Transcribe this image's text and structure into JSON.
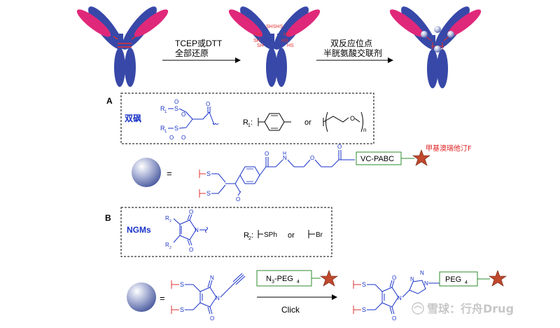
{
  "step1": {
    "line1": "TCEP或DTT",
    "line2": "全部还原"
  },
  "step2": {
    "line1": "双反应位点",
    "line2": "半胱氨酸交联剂"
  },
  "panel_a": {
    "letter": "A",
    "title": "双砜",
    "r1_label": "R",
    "r1_sub": "1",
    "r1_colon": ":",
    "or": "or",
    "o_atom": "O",
    "n_sub": "n",
    "s_atom": "S",
    "o_label": "O"
  },
  "linker": {
    "equals": "=",
    "s_atom": "S",
    "o_atom": "O",
    "n_h": "N",
    "h_atom": "H",
    "vc_pabc": "VC-PABC",
    "payload": "甲基澳瑞他汀F"
  },
  "panel_b": {
    "letter": "B",
    "title": "NGMs",
    "r2_label": "R",
    "r2_sub": "2",
    "r2_colon": ":",
    "sph": "SPh",
    "or": "or",
    "br": "Br",
    "n_atom": "N",
    "o_atom": "O"
  },
  "bottom": {
    "equals": "=",
    "peg_reagent_n": "N",
    "peg_reagent_sub3": "3",
    "peg_reagent_dash": "-PEG",
    "peg_reagent_sub4": "4",
    "click": "Click",
    "product_peg": "PEG",
    "product_sub": "4",
    "triazole_n": "N"
  },
  "ss_labels": [
    "SHSHS",
    "SH",
    "SH",
    "SH",
    "HS",
    "HS",
    "HS"
  ],
  "watermark": "雪球：行舟Drug",
  "colors": {
    "heavy_chain": "#3848a8",
    "light_chain": "#e0287a",
    "disulfide": "#e03030",
    "structure_blue": "#1a33c8",
    "bond_red": "#e03030",
    "box_green": "#2e8b2e",
    "star": "#c0482c",
    "payload_red": "#e02020"
  }
}
